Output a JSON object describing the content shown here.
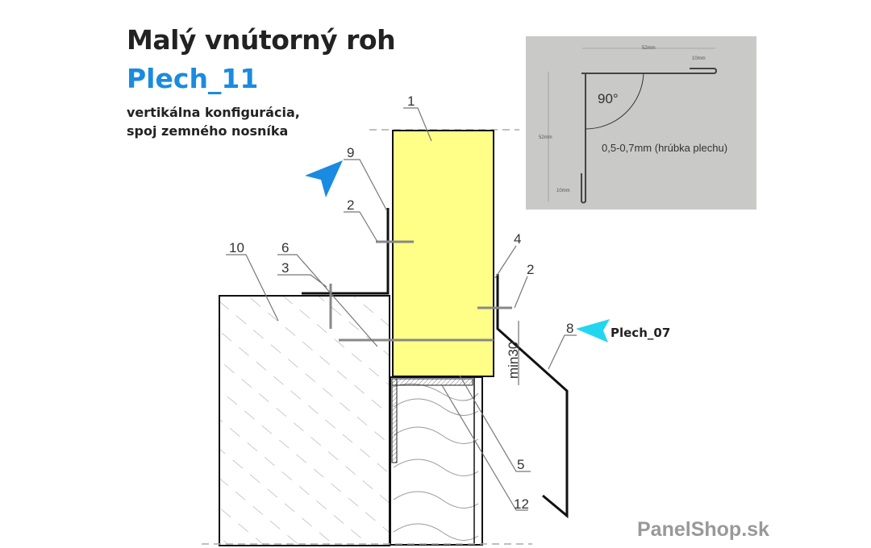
{
  "header": {
    "title": "Malý vnútorný roh",
    "product": "Plech_11",
    "description_line1": "vertikálna konfigurácia,",
    "description_line2": "spoj zemného nosníka"
  },
  "inset": {
    "dim_width": "52mm",
    "dim_top_fold": "10mm",
    "dim_height": "52mm",
    "dim_bottom_fold": "10mm",
    "angle": "90°",
    "thickness": "0,5-0,7mm (hrúbka plechu)"
  },
  "callouts": {
    "n1": "1",
    "n9": "9",
    "n2a": "2",
    "n10": "10",
    "n6": "6",
    "n3": "3",
    "n4": "4",
    "n2b": "2",
    "n8": "8",
    "n5": "5",
    "n12": "12",
    "min_gap": "min30",
    "related_product": "Plech_07"
  },
  "logo": {
    "text": "PanelShop",
    "suffix": ".sk"
  },
  "colors": {
    "accent_blue": "#1a8be0",
    "accent_cyan": "#22d6f0",
    "panel_yellow": "#ffff88",
    "inset_gray": "#c9c9c7"
  }
}
